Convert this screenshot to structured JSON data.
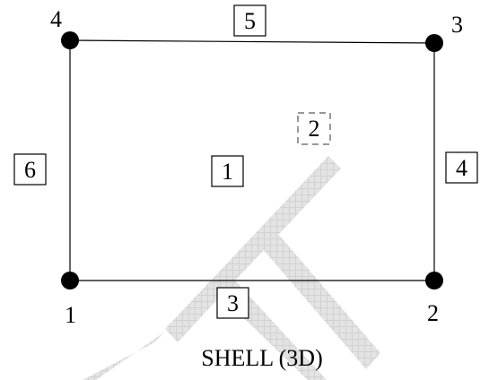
{
  "diagram": {
    "caption": "SHELL (3D)",
    "nodes": [
      {
        "id": "1"
      },
      {
        "id": "2"
      },
      {
        "id": "3"
      },
      {
        "id": "4"
      }
    ],
    "edges": [
      {
        "label": "3"
      },
      {
        "label": "4"
      },
      {
        "label": "5"
      },
      {
        "label": "6"
      }
    ],
    "faces": [
      {
        "label": "1",
        "style": "solid"
      },
      {
        "label": "2",
        "style": "dashed"
      }
    ],
    "colors": {
      "line": "#000000",
      "node": "#000000",
      "dashed_box": "#777777",
      "watermark_fill": "#e3e3e3",
      "watermark_hatch": "#cfcfcf"
    }
  }
}
